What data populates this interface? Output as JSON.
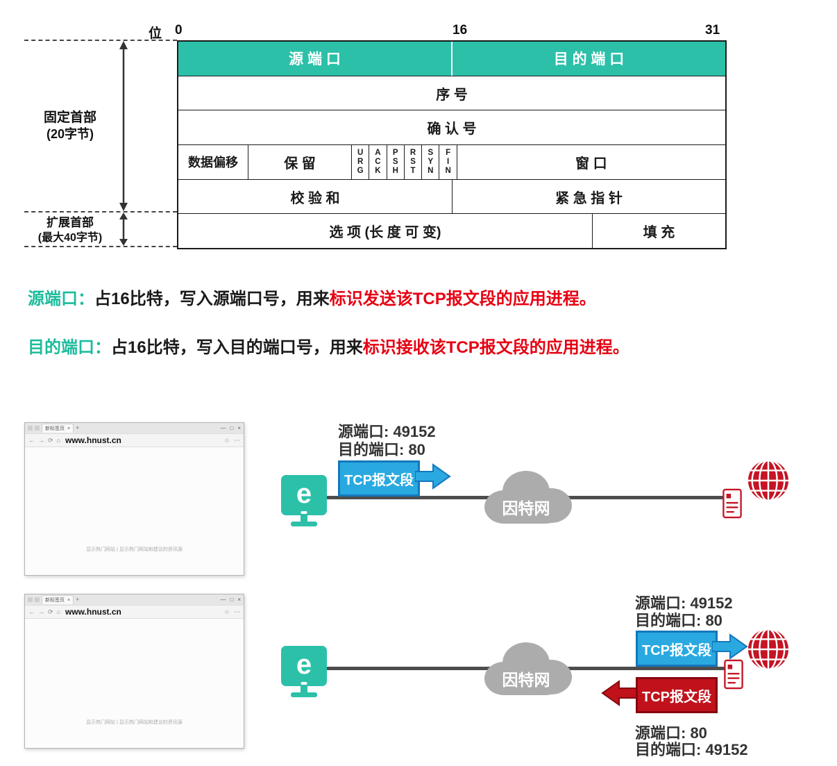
{
  "colors": {
    "teal": "#2CC0A9",
    "blue": "#29A9E0",
    "red": "#C1121C",
    "note_red": "#E60012",
    "note_teal": "#1CBC9C",
    "cloud_gray": "#ACACAC"
  },
  "bit_scale": {
    "unit": "位",
    "t0": "0",
    "t16": "16",
    "t31": "31"
  },
  "side": {
    "fixed1": "固定首部",
    "fixed2": "(20字节)",
    "ext1": "扩展首部",
    "ext2": "(最大40字节)"
  },
  "table": {
    "src_port": "源 端 口",
    "dst_port": "目 的 端 口",
    "seq": "序 号",
    "ack_no": "确 认 号",
    "data_offset": "数据偏移",
    "reserved": "保 留",
    "urg": "U\nR\nG",
    "ack": "A\nC\nK",
    "psh": "P\nS\nH",
    "rst": "R\nS\nT",
    "syn": "S\nY\nN",
    "fin": "F\nI\nN",
    "window": "窗 口",
    "checksum": "校 验 和",
    "urgent_ptr": "紧 急 指 针",
    "options": "选 项 (长 度 可 变)",
    "padding": "填 充"
  },
  "notes": {
    "line1": {
      "term": "源端口：",
      "mid": "占16比特，写入源端口号，用来",
      "em": "标识发送该TCP报文段的应用进程。"
    },
    "line2": {
      "term": "目的端口：",
      "mid": "占16比特，写入目的端口号，用来",
      "em": "标识接收该TCP报文段的应用进程。"
    }
  },
  "browser": {
    "tab_title": "新标签页",
    "tab_close": "×",
    "new_tab": "+",
    "min": "—",
    "max": "□",
    "close": "×",
    "back": "←",
    "forward": "→",
    "refresh": "⟳",
    "home": "⌂",
    "favorite": "☆",
    "more": "⋯",
    "url": "www.hnust.cn",
    "hint": "显示热门网站 | 显示热门网站和建议的资讯源"
  },
  "diagram1": {
    "src_label": "源端口: 49152",
    "dst_label": "目的端口: 80",
    "segment": "TCP报文段",
    "cloud": "因特网"
  },
  "diagram2": {
    "src_label_top": "源端口: 49152",
    "dst_label_top": "目的端口: 80",
    "segment_request": "TCP报文段",
    "segment_response": "TCP报文段",
    "cloud": "因特网",
    "src_label_bottom": "源端口: 80",
    "dst_label_bottom": "目的端口: 49152"
  }
}
